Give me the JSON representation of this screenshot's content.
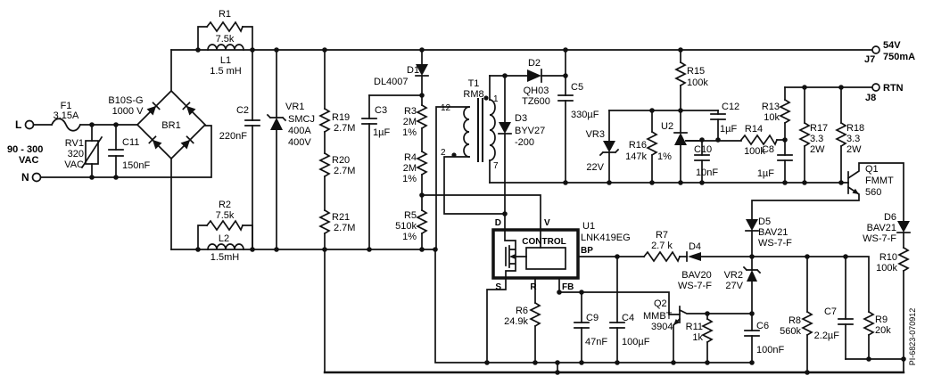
{
  "watermark": "PI-6823-070912",
  "terminals": {
    "l": "L",
    "n": "N",
    "input_range": "90 - 300",
    "input_unit": "VAC",
    "output_v": "54V",
    "output_i": "750mA",
    "j7": "J7",
    "rtn": "RTN",
    "j8": "J8"
  },
  "ic": {
    "ref": "U1",
    "part": "LNK419EG",
    "block_label": "CONTROL",
    "pin_d": "D",
    "pin_v": "V",
    "pin_bp": "BP",
    "pin_s": "S",
    "pin_r": "R",
    "pin_fb": "FB"
  },
  "transformer": {
    "ref": "T1",
    "core": "RM8",
    "pin_12": "12",
    "pin_2": "2",
    "pin_1": "1",
    "pin_7": "7"
  },
  "components": {
    "f1": {
      "ref": "F1",
      "value": "3.15A"
    },
    "rv1": {
      "ref": "RV1",
      "v1": "320",
      "v2": "VAC"
    },
    "c11": {
      "ref": "C11",
      "value": "150nF"
    },
    "br1": {
      "ref": "BR1",
      "v1": "B10S-G",
      "v2": "1000 V"
    },
    "r1": {
      "ref": "R1",
      "value": "7.5k"
    },
    "l1": {
      "ref": "L1",
      "value": "1.5 mH"
    },
    "r2": {
      "ref": "R2",
      "value": "7.5k"
    },
    "l2": {
      "ref": "L2",
      "value": "1.5mH"
    },
    "c2": {
      "ref": "C2",
      "value": "220nF"
    },
    "vr1": {
      "ref": "VR1",
      "v1": "SMCJ",
      "v2": "400A",
      "v3": "400V"
    },
    "r19": {
      "ref": "R19",
      "value": "2.7M"
    },
    "r20": {
      "ref": "R20",
      "value": "2.7M"
    },
    "r21": {
      "ref": "R21",
      "value": "2.7M"
    },
    "c3": {
      "ref": "C3",
      "value": "1µF"
    },
    "d1": {
      "ref": "D1",
      "value": "DL4007"
    },
    "r3": {
      "ref": "R3",
      "v1": "2M",
      "v2": "1%"
    },
    "r4": {
      "ref": "R4",
      "v1": "2M",
      "v2": "1%"
    },
    "r5": {
      "ref": "R5",
      "v1": "510k",
      "v2": "1%"
    },
    "d2": {
      "ref": "D2",
      "v1": "QH03",
      "v2": "TZ600"
    },
    "d3": {
      "ref": "D3",
      "v1": "BYV27",
      "v2": "-200"
    },
    "c5": {
      "ref": "C5",
      "value": "330µF"
    },
    "r15": {
      "ref": "R15",
      "value": "100k"
    },
    "vr3": {
      "ref": "VR3",
      "value": "22V"
    },
    "r16": {
      "ref": "R16",
      "v1": "147k",
      "v2": "1%"
    },
    "u2": {
      "ref": "U2"
    },
    "c10": {
      "ref": "C10",
      "value": "10nF"
    },
    "c12": {
      "ref": "C12",
      "value": "1µF"
    },
    "r14": {
      "ref": "R14",
      "value": "100k"
    },
    "c8": {
      "ref": "C8",
      "value": "1µF"
    },
    "r13": {
      "ref": "R13",
      "value": "10k"
    },
    "r17": {
      "ref": "R17",
      "v1": "3.3",
      "v2": "2W"
    },
    "r18": {
      "ref": "R18",
      "v1": "3.3",
      "v2": "2W"
    },
    "q1": {
      "ref": "Q1",
      "v1": "FMMT",
      "v2": "560"
    },
    "d6": {
      "ref": "D6",
      "v1": "BAV21",
      "v2": "WS-7-F"
    },
    "r10": {
      "ref": "R10",
      "value": "100k"
    },
    "d5": {
      "ref": "D5",
      "v1": "BAV21",
      "v2": "WS-7-F"
    },
    "vr2": {
      "ref": "VR2",
      "value": "27V"
    },
    "d4": {
      "ref": "D4",
      "v1": "BAV20",
      "v2": "WS-7-F"
    },
    "r7": {
      "ref": "R7",
      "value": "2.7 k"
    },
    "q2": {
      "ref": "Q2",
      "v1": "MMBT",
      "v2": "3904"
    },
    "r11": {
      "ref": "R11",
      "value": "1k"
    },
    "c6": {
      "ref": "C6",
      "value": "100nF"
    },
    "r8": {
      "ref": "R8",
      "value": "560k"
    },
    "c7": {
      "ref": "C7",
      "value": "2.2µF"
    },
    "r9": {
      "ref": "R9",
      "value": "20k"
    },
    "r6": {
      "ref": "R6",
      "value": "24.9k"
    },
    "c9": {
      "ref": "C9",
      "value": "47nF"
    },
    "c4": {
      "ref": "C4",
      "value": "100µF"
    }
  }
}
